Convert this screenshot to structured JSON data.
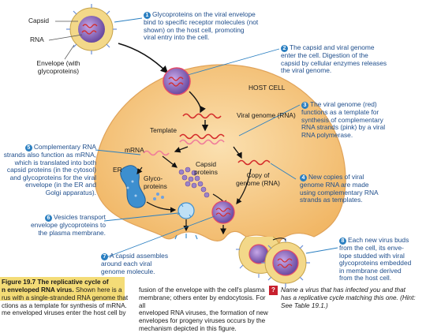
{
  "labels": {
    "capsid": "Capsid",
    "rna": "RNA",
    "envelope": "Envelope (with\nglycoproteins)",
    "host_cell": "HOST CELL",
    "viral_genome": "Viral genome (RNA)",
    "template": "Template",
    "mrna": "mRNA",
    "er": "ER",
    "capsid_proteins": "Capsid\nproteins",
    "glycoproteins": "Glyco-\nproteins",
    "copy_genome": "Copy of\ngenome (RNA)"
  },
  "steps": [
    {
      "num": "1",
      "text": "Glycoproteins on the viral envelope\nbind to specific receptor molecules (not\nshown) on the host cell, promoting\nviral entry into the cell."
    },
    {
      "num": "2",
      "text": "The capsid and viral genome\nenter the cell. Digestion of the\ncapsid by cellular enzymes releases\nthe viral genome."
    },
    {
      "num": "3",
      "text": "The viral genome (red)\nfunctions as a template for\nsynthesis of complementary\nRNA strands (pink) by a viral\nRNA polymerase."
    },
    {
      "num": "4",
      "text": "New copies of viral\ngenome RNA are made\nusing complementary RNA\nstrands as templates."
    },
    {
      "num": "5",
      "text": "Complementary RNA\nstrands also function as mRNA,\nwhich is translated into both\ncapsid proteins (in the cytosol)\nand glycoproteins for the viral\nenvelope (in the ER and\nGolgi apparatus)."
    },
    {
      "num": "6",
      "text": "Vesicles transport\nenvelope glycoproteins to\nthe plasma membrane."
    },
    {
      "num": "7",
      "text": "A capsid assembles\naround each viral\ngenome molecule."
    },
    {
      "num": "8",
      "text": "Each new virus buds\nfrom the cell, its enve-\nlope studded with viral\nglycoproteins embedded\nin membrane derived\nfrom the host cell."
    }
  ],
  "caption": {
    "title_line1": "Figure 19.7  The replicative cycle of",
    "title_line2": "n enveloped RNA virus.",
    "body_left": " Shown here is a\nrus with a single-stranded RNA genome that\nctions as a template for synthesis of mRNA.\nme enveloped viruses enter the host cell by",
    "body_mid": "fusion of the envelope with the cell's plasma\nmembrane; others enter by endocytosis. For all\nenveloped RNA viruses, the formation of new\nenvelopes for progeny viruses occurs by the\nmechanism depicted in this figure.",
    "question_badge": "?",
    "question": "Name a virus that has infected you and that\nhas a replicative cycle matching this one. (Hint:\nSee Table 19.1.)"
  },
  "colors": {
    "cell_fill": "#f6c98a",
    "cell_edge": "#e0a35a",
    "virus_envelope": "#f3d889",
    "virus_capsid": "#8a6bb5",
    "rna_red": "#d42a2a",
    "rna_pink": "#f07a9a",
    "er_blue": "#3d8fcf",
    "step_blue": "#2a7fc1",
    "caption_bg": "#f4dc77"
  }
}
